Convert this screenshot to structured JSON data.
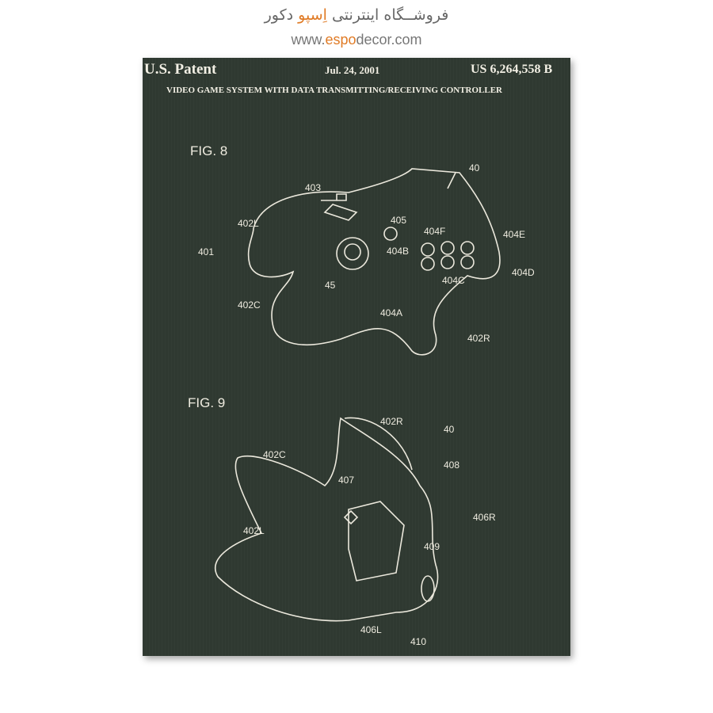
{
  "brand": {
    "fa_before": "فروشــگاه اینترنتی ",
    "fa_highlight": "اِسپو",
    "fa_after": " دکور",
    "url_prefix": "www.",
    "url_highlight": "espo",
    "url_suffix": "decor.com",
    "accent": "#e07b26"
  },
  "patent": {
    "left": "U.S. Patent",
    "date": "Jul. 24, 2001",
    "number": "US 6,264,558 B",
    "title": "VIDEO GAME SYSTEM WITH DATA TRANSMITTING/RECEIVING CONTROLLER"
  },
  "fig8": {
    "title": "FIG. 8",
    "labels": [
      "40",
      "403",
      "402L",
      "405",
      "404F",
      "404E",
      "401",
      "404B",
      "404D",
      "404C",
      "45",
      "402C",
      "404A",
      "402R"
    ]
  },
  "fig9": {
    "title": "FIG. 9",
    "labels": [
      "402R",
      "40",
      "402C",
      "408",
      "407",
      "406R",
      "402L",
      "409",
      "406L",
      "410"
    ]
  }
}
